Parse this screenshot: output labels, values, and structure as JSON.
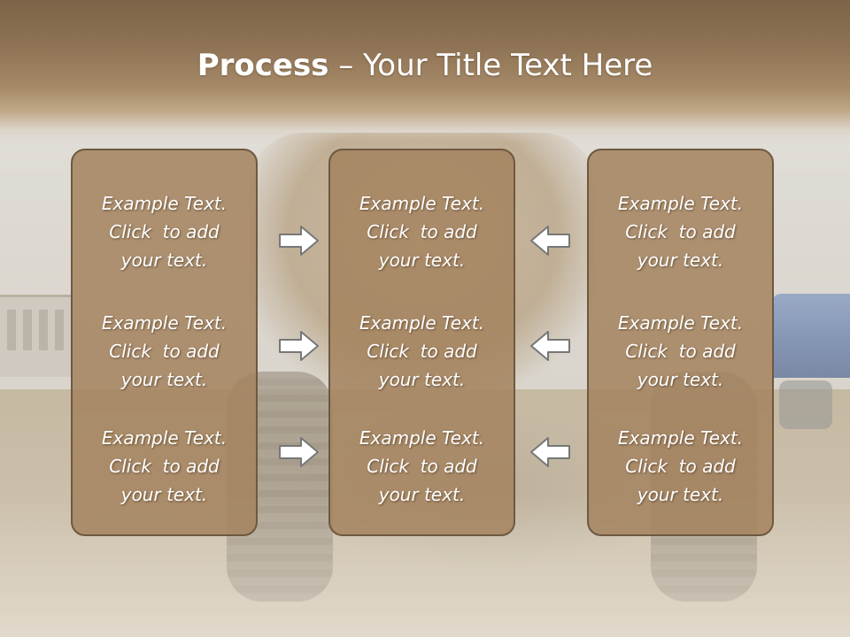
{
  "slide": {
    "title_bold": "Process",
    "title_rest": " – Your Title Text Here"
  },
  "columns": [
    {
      "items": [
        {
          "lines": [
            "Example Text.",
            "Click  to add",
            "your text."
          ]
        },
        {
          "lines": [
            "Example Text.",
            "Click  to add",
            "your text."
          ]
        },
        {
          "lines": [
            "Example Text.",
            "Click  to add",
            "your text."
          ]
        }
      ]
    },
    {
      "items": [
        {
          "lines": [
            "Example Text.",
            "Click  to add",
            "your text."
          ]
        },
        {
          "lines": [
            "Example Text.",
            "Click  to add",
            "your text."
          ]
        },
        {
          "lines": [
            "Example Text.",
            "Click  to add",
            "your text."
          ]
        }
      ]
    },
    {
      "items": [
        {
          "lines": [
            "Example Text.",
            "Click  to add",
            "your text."
          ]
        },
        {
          "lines": [
            "Example Text.",
            "Click  to add",
            "your text."
          ]
        },
        {
          "lines": [
            "Example Text.",
            "Click  to add",
            "your text."
          ]
        }
      ]
    }
  ],
  "arrows": {
    "left_group": [
      "arrow-right-icon",
      "arrow-right-icon",
      "arrow-right-icon"
    ],
    "right_group": [
      "arrow-left-icon",
      "arrow-left-icon",
      "arrow-left-icon"
    ]
  },
  "colors": {
    "title_band": "#8f7456",
    "column_fill": "#a48360",
    "column_border": "#6d5940",
    "text": "#ffffff"
  }
}
